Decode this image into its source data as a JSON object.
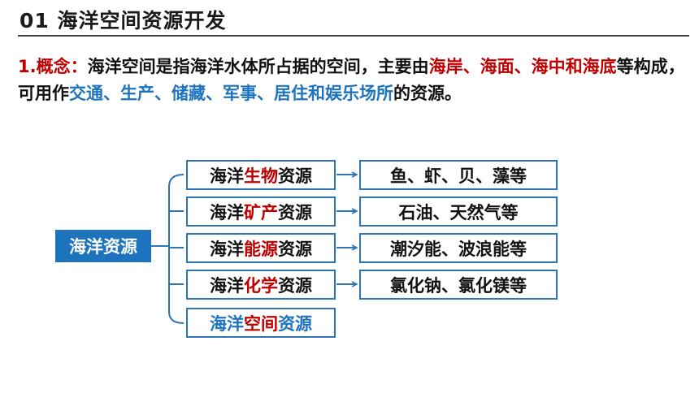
{
  "header": {
    "title": "01  海洋空间资源开发"
  },
  "concept": {
    "label": "1.概念：",
    "t1": "海洋空间是指海洋水体所占据的空间，主要由",
    "h1": "海岸、海面、海中和海底",
    "t2": "等构成，可用作",
    "h2": "交通、生产、储藏、军事、居住和娱乐场所",
    "t3": "的资源。"
  },
  "diagram": {
    "root": "海洋资源",
    "rows": [
      {
        "pre": "海洋",
        "hl": "生物",
        "post": "资源",
        "example": "鱼、虾、贝、藻等"
      },
      {
        "pre": "海洋",
        "hl": "矿产",
        "post": "资源",
        "example": "石油、天然气等"
      },
      {
        "pre": "海洋",
        "hl": "能源",
        "post": "资源",
        "example": "潮汐能、波浪能等"
      },
      {
        "pre": "海洋",
        "hl": "化学",
        "post": "资源",
        "example": "氯化钠、氯化镁等"
      },
      {
        "pre": "海洋",
        "hl": "空间",
        "post": "资源"
      }
    ]
  },
  "colors": {
    "red": "#c00000",
    "blue": "#1e73be",
    "border": "#2e75b6"
  }
}
